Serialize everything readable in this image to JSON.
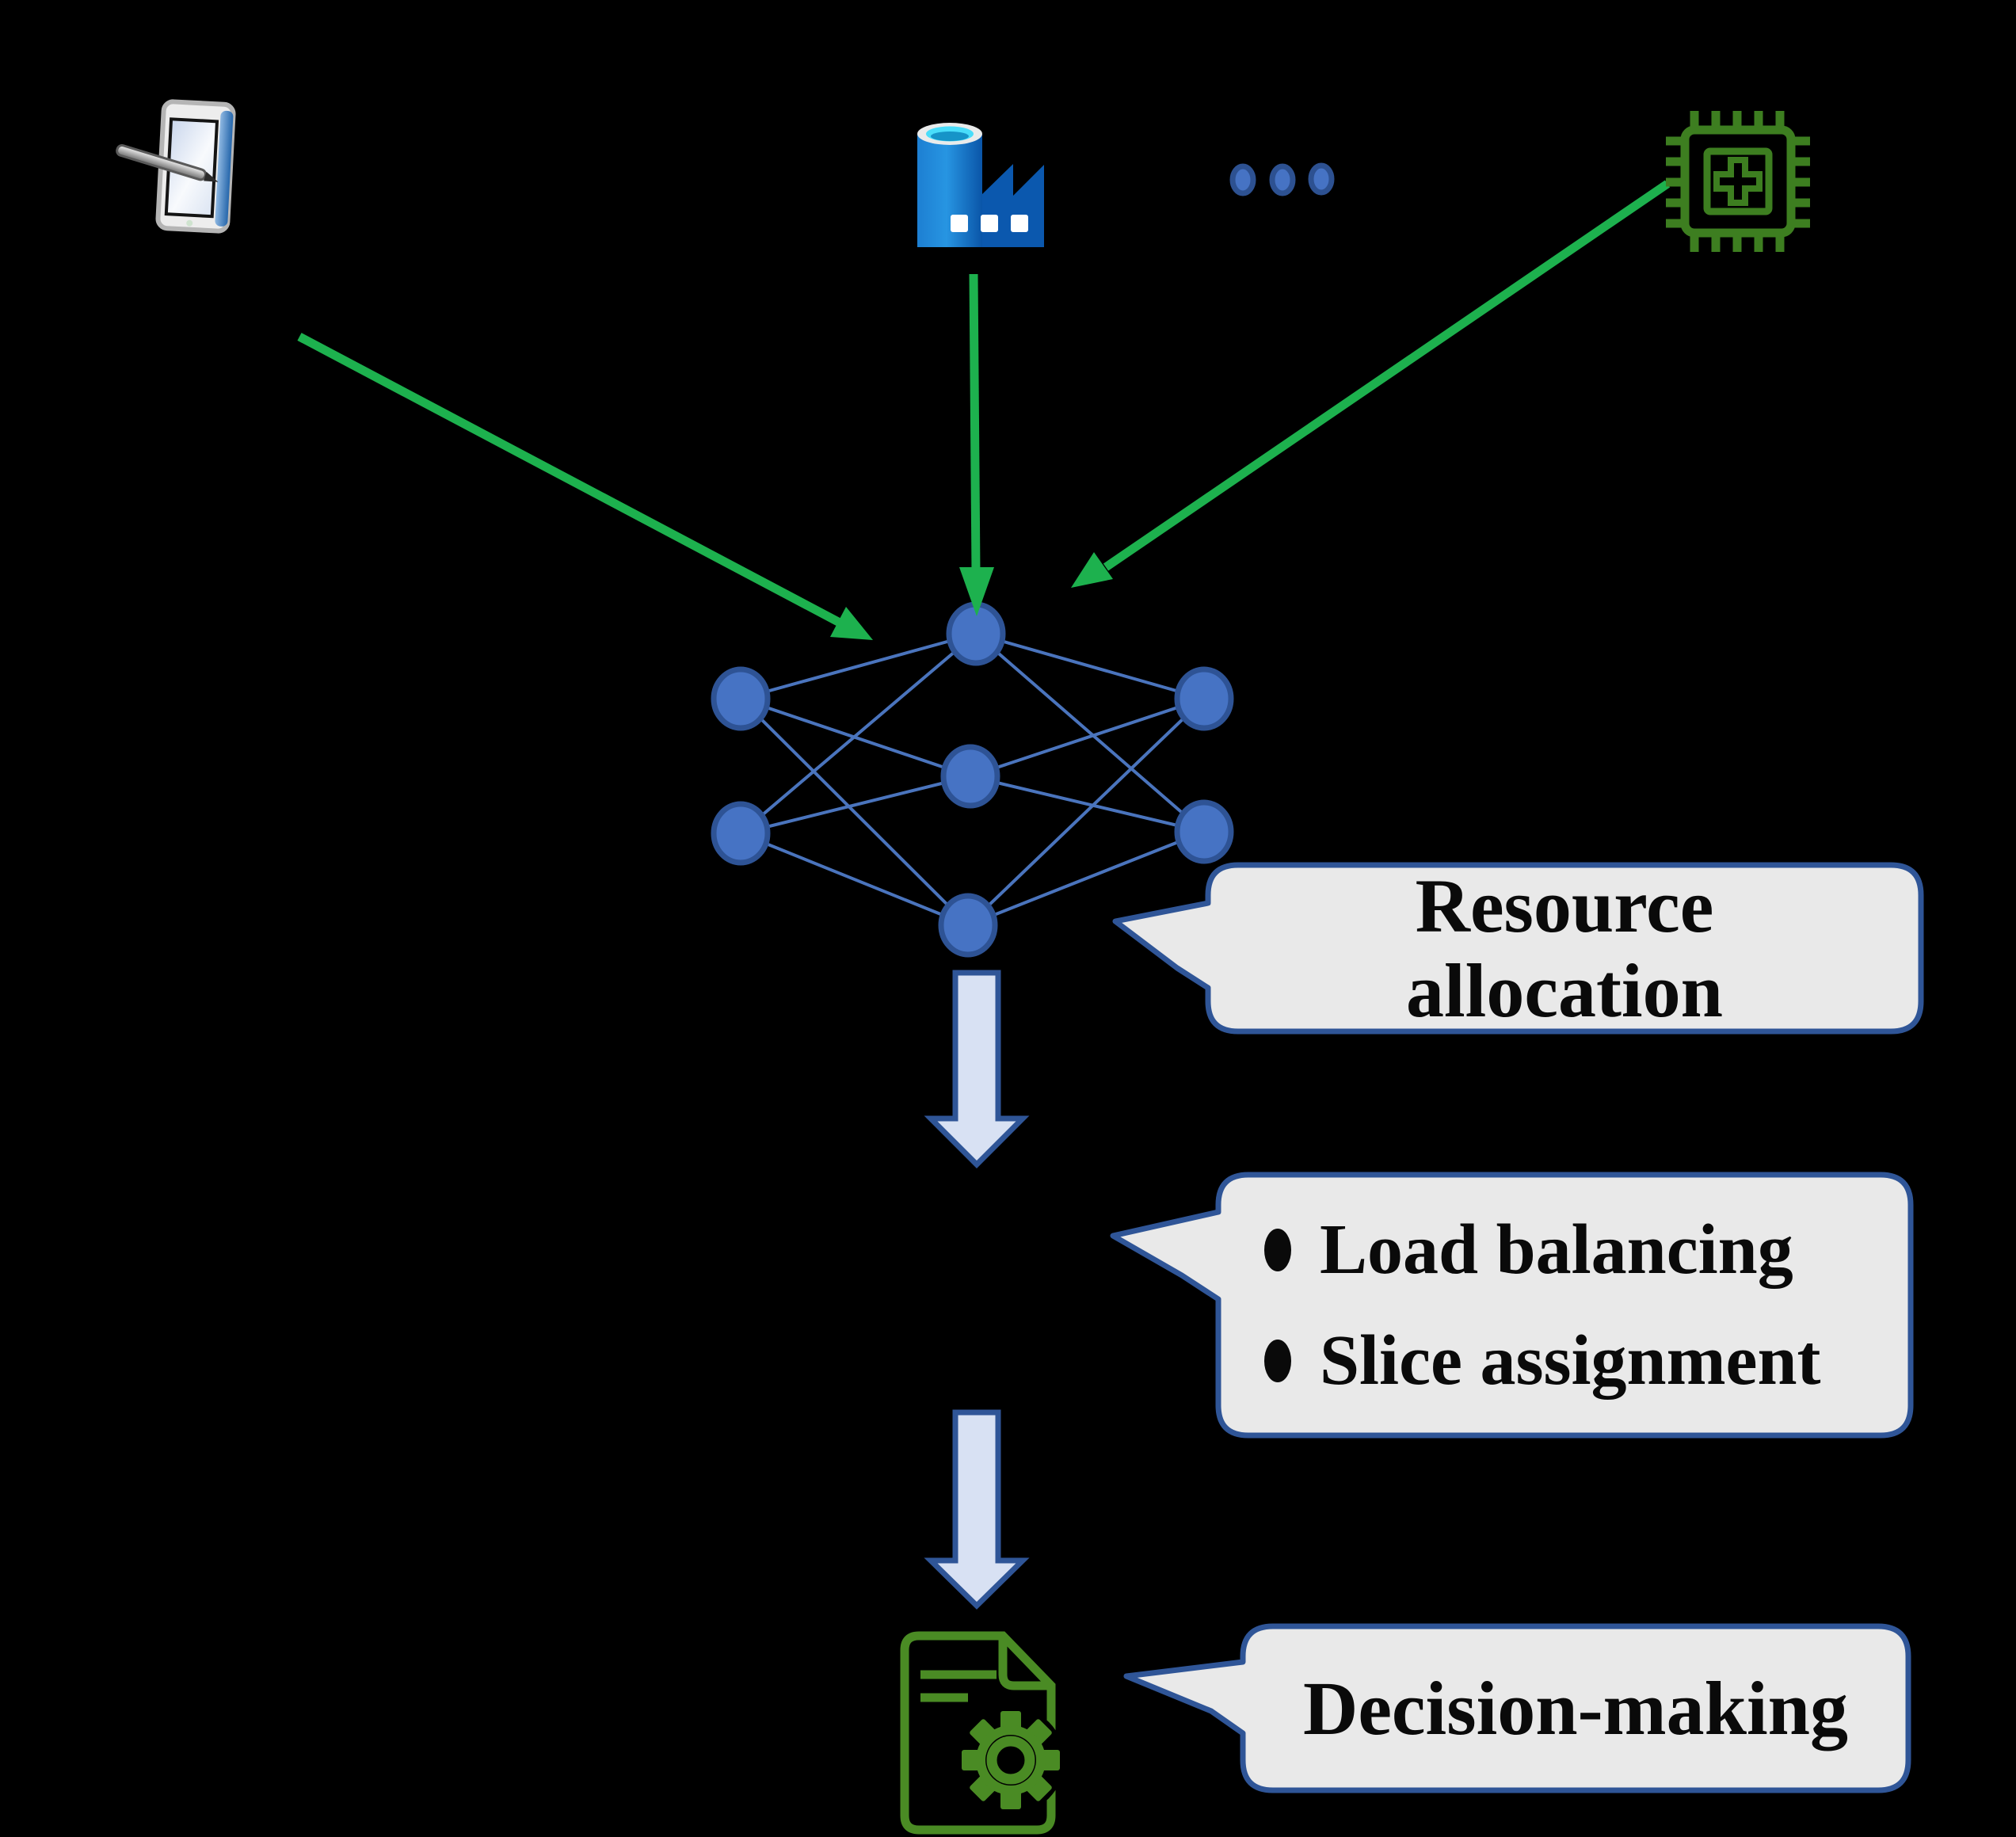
{
  "figure": {
    "background": "#000000",
    "devices": {
      "tablet": {
        "icon": "tablet-stylus-icon"
      },
      "factory": {
        "icon": "factory-icon"
      },
      "ellipsis": {
        "icon": "ellipsis-dots-icon",
        "dot_count": 3
      },
      "chip": {
        "icon": "medical-chip-icon"
      }
    },
    "network": {
      "icon": "neural-network",
      "node_count": 7
    },
    "output_doc": {
      "icon": "document-gear-icon"
    },
    "callouts": {
      "resource": {
        "line1": "Resource",
        "line2": "allocation"
      },
      "actions": {
        "items": [
          "Load balancing",
          "Slice assignment"
        ]
      },
      "decision": {
        "label": "Decision-making"
      }
    },
    "colors": {
      "arrow_green": "#1db14e",
      "node_blue": "#4673c4",
      "node_border": "#2e5395",
      "edge_line": "#4a74bd",
      "block_arrow_fill": "#d8e1f3",
      "block_arrow_border": "#2f5597",
      "callout_fill": "#e9e9e9",
      "callout_border": "#2f5597",
      "chip_green": "#3d7e20",
      "doc_green": "#4a8b24",
      "factory_blue": "#0b58ae",
      "factory_cyan": "#49ddfa"
    }
  }
}
